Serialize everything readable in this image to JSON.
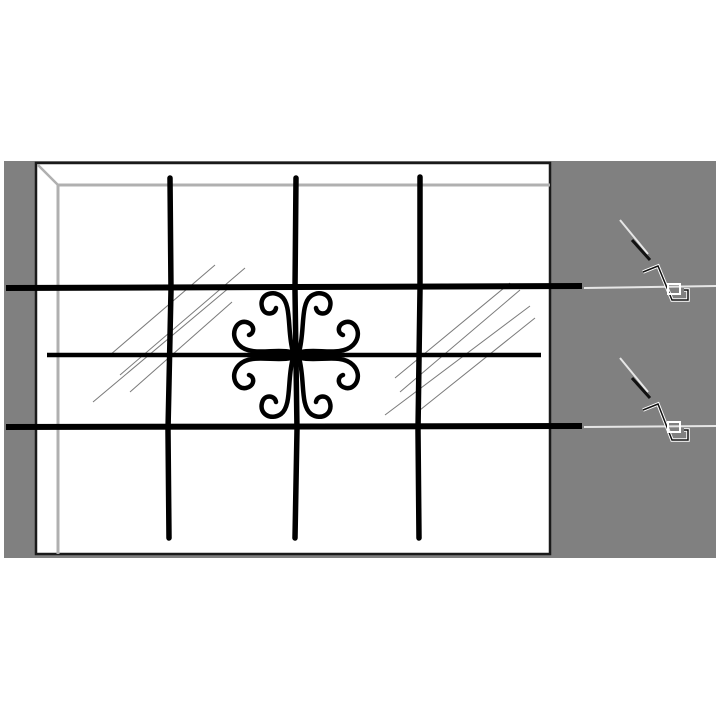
{
  "colors": {
    "background": "#ffffff",
    "wall": "#808080",
    "frame_outline": "#1a1a1a",
    "frame_bevel": "#b0b0b0",
    "bar": "#000000",
    "glass_glint": "#7a7a7a",
    "bracket_line": "#e6e6e6"
  },
  "illustration": {
    "frame_corner": "bevel",
    "glass": "reflection-glint",
    "vertical_bars": 3,
    "horizontal_bars": 3,
    "ornament": "four-scroll",
    "mounting_brackets": 2
  }
}
